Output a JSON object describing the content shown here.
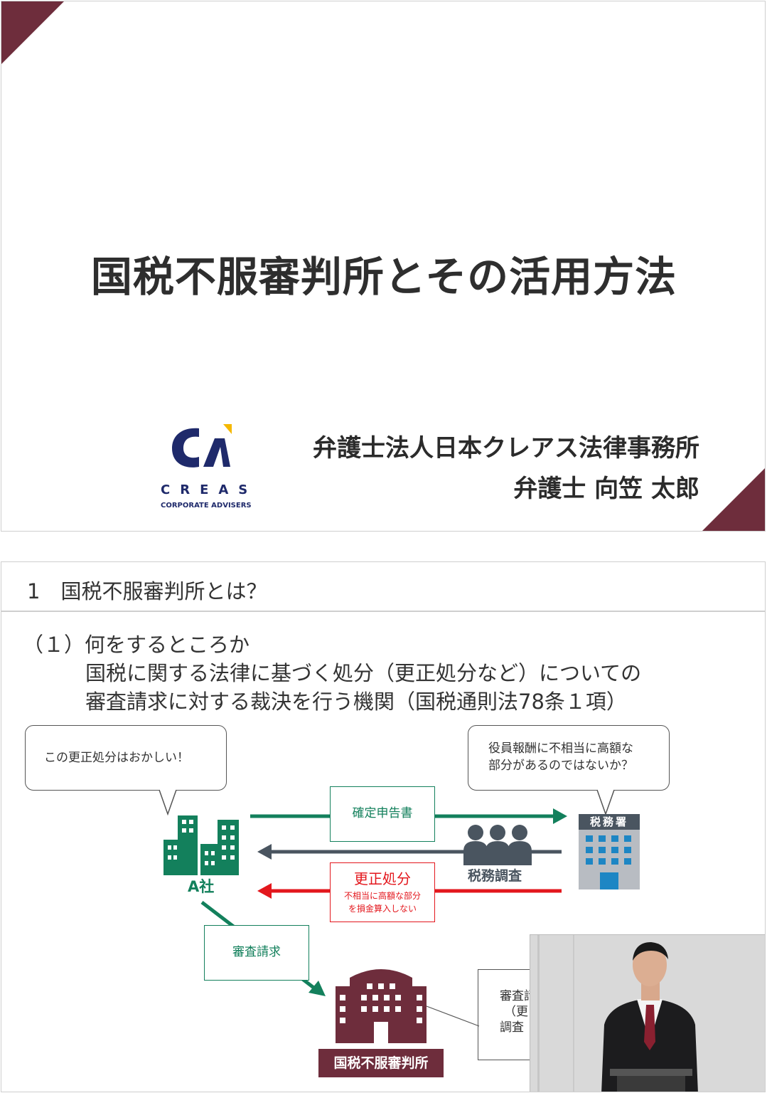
{
  "slide1": {
    "title": "国税不服審判所とその活用方法",
    "firm": "弁護士法人日本クレアス法律事務所",
    "speaker": "弁護士 向笠 太郎",
    "logo_name": "CREAS",
    "logo_sub": "CORPORATE ADVISERS",
    "accent_color": "#6e2d3c"
  },
  "slide2": {
    "heading": "1　国税不服審判所とは？",
    "line1": "（１）何をするところか",
    "line2": "国税に関する法律に基づく処分（更正処分など）についての",
    "line3": "審査請求に対する裁決を行う機関（国税通則法78条１項）",
    "bubble_left": "この更正処分はおかしい！",
    "bubble_right_1": "役員報酬に不相当に高額な",
    "bubble_right_2": "部分があるのではないか？",
    "company_label": "A社",
    "tax_office_sign": "税務署",
    "return_note": "確定申告書",
    "audit_label": "税務調査",
    "correction_title": "更正処分",
    "correction_sub_1": "不相当に高額な部分",
    "correction_sub_2": "を損金算入しない",
    "appeal_note": "審査請求",
    "tribunal_label": "国税不服審判所",
    "cut_lines": [
      "審査請",
      "（更",
      "調査"
    ],
    "colors": {
      "green": "#13805c",
      "red": "#e3171d",
      "gray": "#4a5560",
      "maroon": "#6e2d3c"
    }
  }
}
